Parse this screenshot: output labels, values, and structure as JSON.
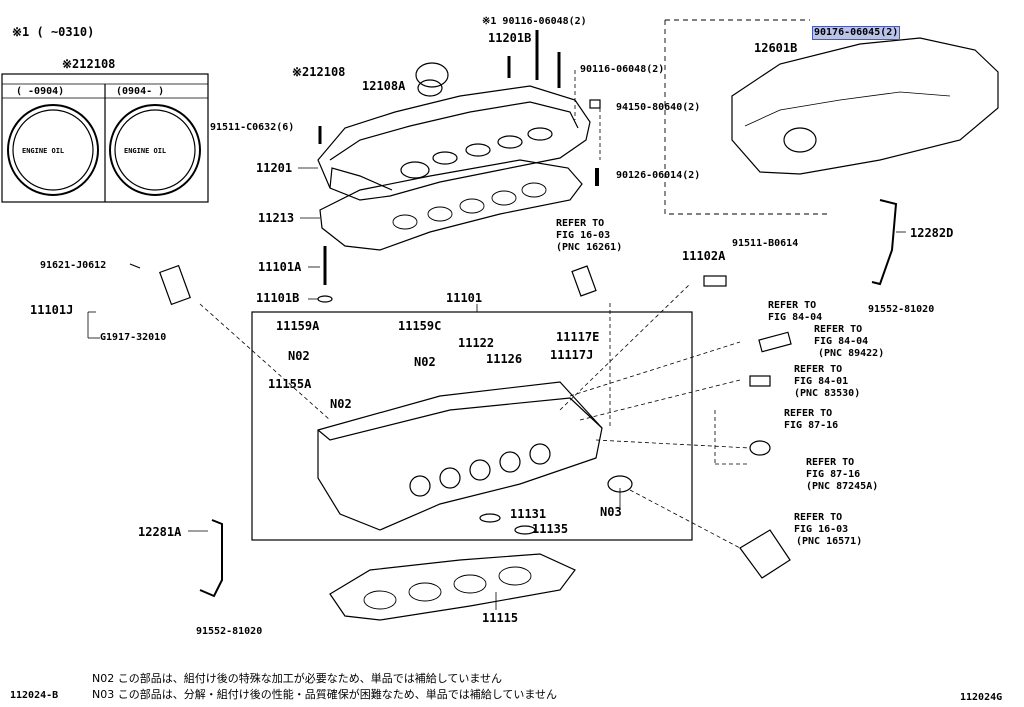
{
  "header": {
    "mark_note": "※1   (    ~0310)"
  },
  "inset_oil_cap": {
    "part": "※212108",
    "col_left": "(    -0904)",
    "col_right": "(0904-    )",
    "cap_text": "ENGINE OIL"
  },
  "labels": {
    "p90116_06048_top": "※1  90116-06048(2)",
    "p11201b": "11201B",
    "p90116_06048_side": "90116-06048(2)",
    "p212108": "※212108",
    "p12108a": "12108A",
    "p91511_c0632": "91511-C0632(6)",
    "p94150": "94150-80640(2)",
    "p11201": "11201",
    "p90126": "90126-06014(2)",
    "p11213": "11213",
    "p90176": "90176-06045(2)",
    "p12601b": "12601B",
    "refer_16_03_a": [
      "REFER TO",
      "FIG 16-03",
      "(PNC 16261)"
    ],
    "p11102a": "11102A",
    "p91511_b0614": "91511-B0614",
    "p12282d": "12282D",
    "p91552_81020_r": "91552-81020",
    "p91621": "91621-J0612",
    "p11101a": "11101A",
    "p11101j": "11101J",
    "p11101b": "11101B",
    "p11101": "11101",
    "pg1917": "G1917-32010",
    "p11159a": "11159A",
    "p11159c": "11159C",
    "p11122": "11122",
    "p11117e": "11117E",
    "p11117j": "11117J",
    "p11126": "11126",
    "n02_a": "N02",
    "n02_b": "N02",
    "n02_c": "N02",
    "p11155a": "11155A",
    "refer_84_04_a": [
      "REFER TO",
      "FIG 84-04"
    ],
    "refer_84_04_b": [
      "REFER TO",
      "FIG 84-04",
      "(PNC 89422)"
    ],
    "refer_84_01": [
      "REFER TO",
      "FIG 84-01",
      "(PNC 83530)"
    ],
    "refer_87_16_a": [
      "REFER TO",
      "FIG 87-16"
    ],
    "refer_87_16_b": [
      "REFER TO",
      "FIG 87-16",
      "(PNC 87245A)"
    ],
    "p11131": "11131",
    "p11135": "11135",
    "n03": "N03",
    "refer_16_03_b": [
      "REFER TO",
      "FIG 16-03",
      "(PNC 16571)"
    ],
    "p12281a": "12281A",
    "p91552_81020_l": "91552-81020",
    "p11115": "11115"
  },
  "footer": {
    "code_left": "112024-B",
    "note_n02": "N02  この部品は、組付け後の特殊な加工が必要なため、単品では補給していません",
    "note_n03": "N03  この部品は、分解・組付け後の性能・品質確保が困難なため、単品では補給していません",
    "code_right": "112024G"
  },
  "colors": {
    "highlight": "#b9c3ea",
    "ink": "#000000"
  }
}
